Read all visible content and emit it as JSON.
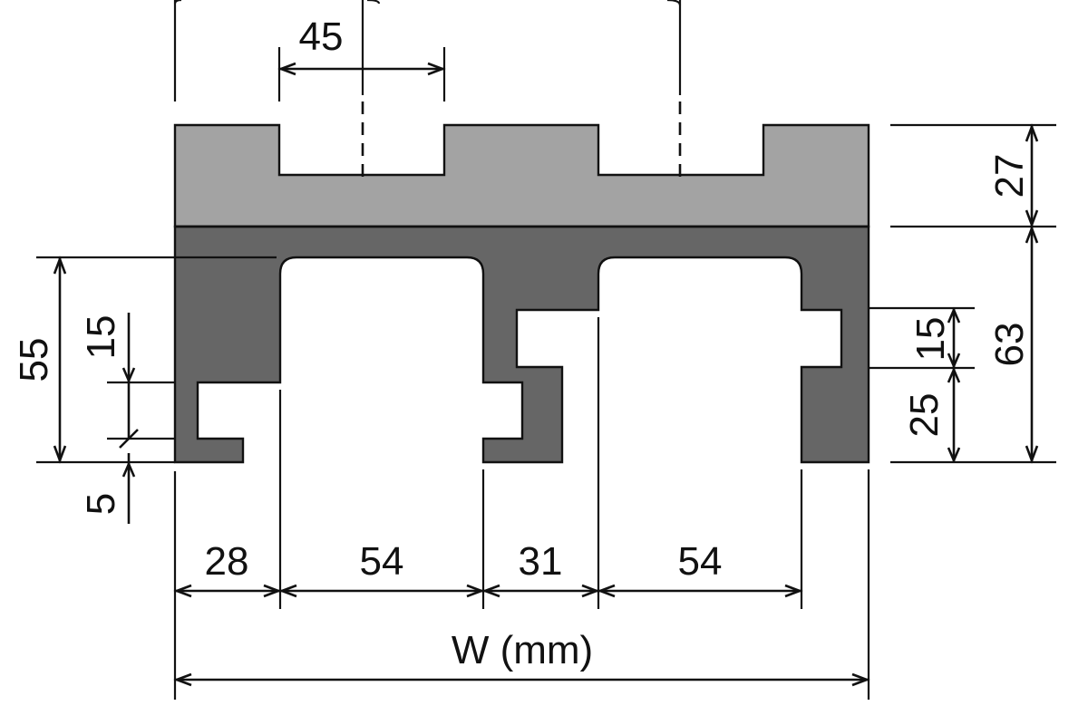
{
  "diagram": {
    "colors": {
      "top_body": "#a3a3a3",
      "bottom_body": "#666666",
      "line": "#111111",
      "background": "#ffffff"
    },
    "labels": {
      "slot_width": "45",
      "top_height": "27",
      "bottom_height": "63",
      "right_slot_height": "15",
      "right_lower_height": "25",
      "left_total_height": "55",
      "left_slot_height": "15",
      "left_lip_height": "5",
      "width_28": "28",
      "width_54_a": "54",
      "width_31": "31",
      "width_54_b": "54",
      "total_width": "W (mm)"
    }
  }
}
